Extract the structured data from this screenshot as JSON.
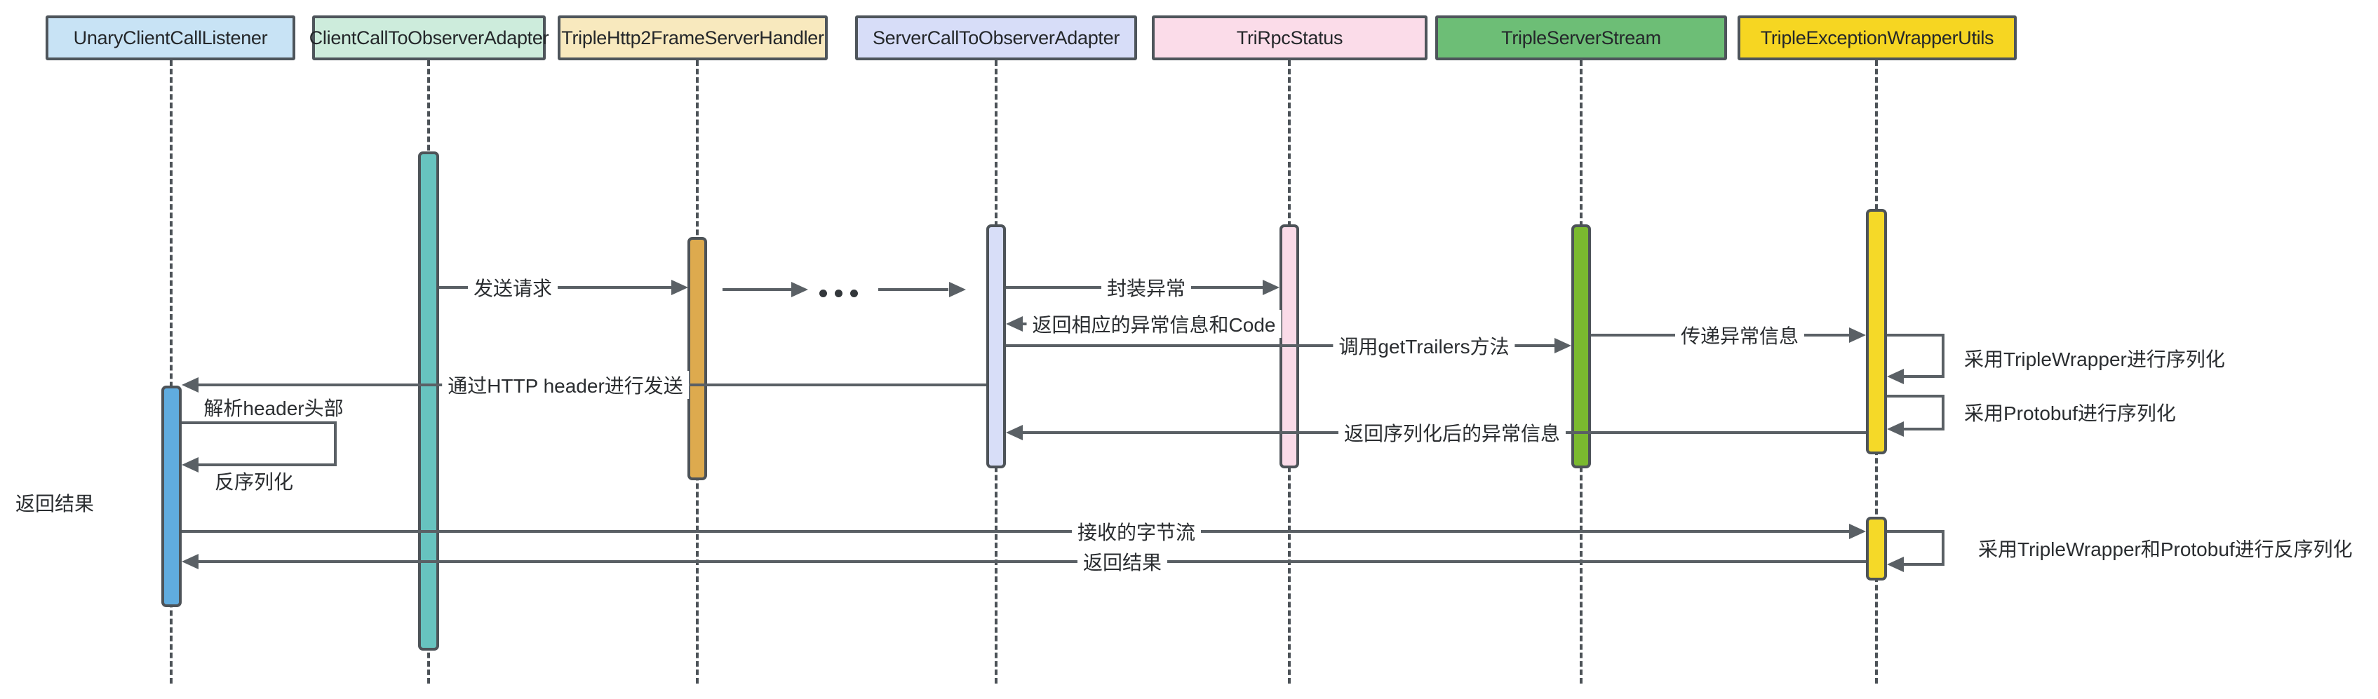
{
  "diagram": {
    "title": "Triple exception propagation sequence diagram",
    "participants": [
      {
        "name": "UnaryClientCallListener",
        "fill": "#c8e3f5",
        "bar_fill": "#60acdf"
      },
      {
        "name": "ClientCallToObserverAdapter",
        "fill": "#cdecdc",
        "bar_fill": "#67c3bf"
      },
      {
        "name": "TripleHttp2FrameServerHandler",
        "fill": "#f8e9be",
        "bar_fill": "#ddaa4e"
      },
      {
        "name": "ServerCallToObserverAdapter",
        "fill": "#d7ddf8",
        "bar_fill": "#d8def8"
      },
      {
        "name": "TriRpcStatus",
        "fill": "#fbdce9",
        "bar_fill": "#fadbe8"
      },
      {
        "name": "TripleServerStream",
        "fill": "#6dbe76",
        "bar_fill": "#7ab92f"
      },
      {
        "name": "TripleExceptionWrapperUtils",
        "fill": "#f6d622",
        "bar_fill": "#f5d928"
      }
    ],
    "messages": {
      "send_request": "发送请求",
      "ellipsis": "...",
      "wrap_exception": "封装异常",
      "return_exception_info_and_code": "返回相应的异常信息和Code",
      "call_get_trailers": "调用getTrailers方法",
      "pass_exception_info": "传递异常信息",
      "serialize_with_triple_wrapper": "采用TripleWrapper进行序列化",
      "serialize_with_protobuf": "采用Protobuf进行序列化",
      "send_via_http_header": "通过HTTP header进行发送",
      "parse_header": "解析header头部",
      "deserialize": "反序列化",
      "return_serialized_exception": "返回序列化后的异常信息",
      "return_result_side_label": "返回结果",
      "received_byte_stream": "接收的字节流",
      "return_result": "返回结果",
      "deserialize_with_wrapper_and_protobuf": "采用TripleWrapper和Protobuf进行反序列化"
    },
    "colors": {
      "line": "#5a6065",
      "lifeline_dash": "#4c5257",
      "border": "#4e555b",
      "text": "#2a2d30",
      "background": "#ffffff"
    }
  }
}
